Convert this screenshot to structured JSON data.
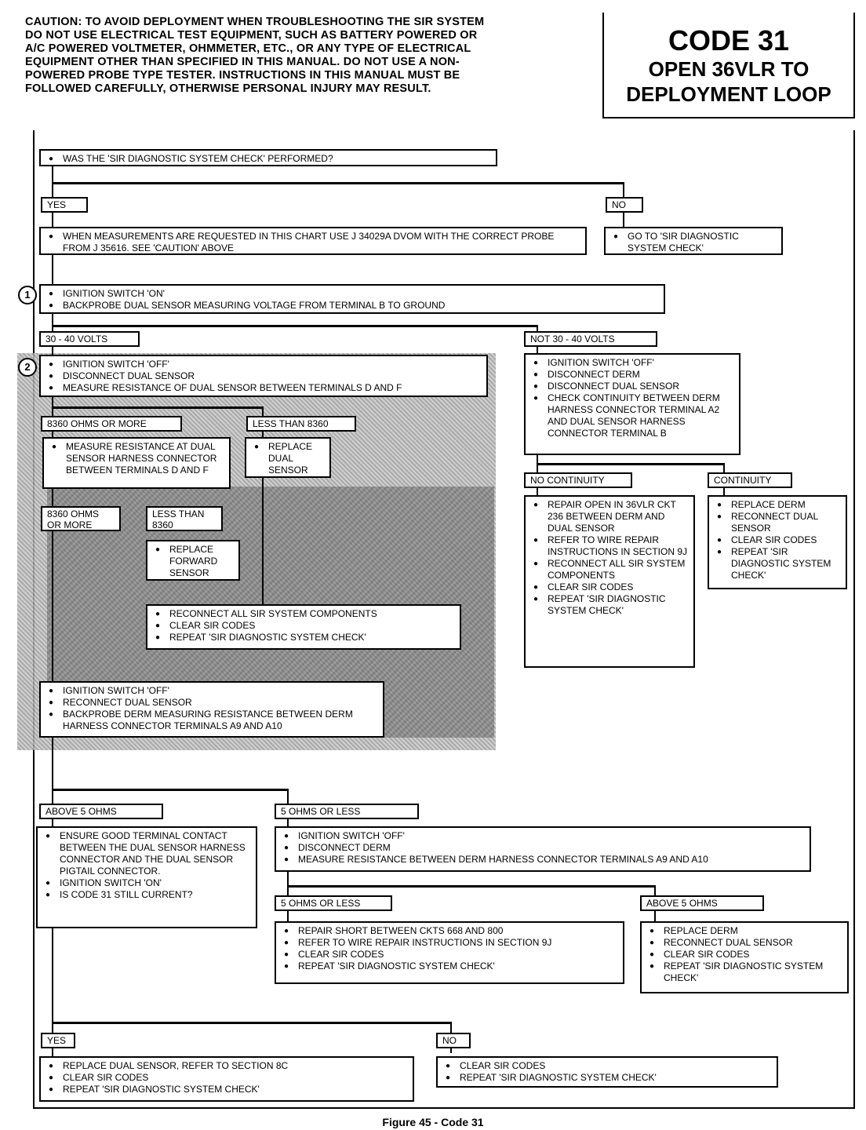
{
  "caution": "CAUTION: TO AVOID DEPLOYMENT WHEN TROUBLESHOOTING THE SIR SYSTEM DO NOT USE ELECTRICAL TEST EQUIPMENT, SUCH AS BATTERY POWERED OR A/C POWERED VOLTMETER, OHMMETER, ETC., OR ANY TYPE OF ELECTRICAL EQUIPMENT OTHER THAN SPECIFIED IN THIS MANUAL. DO NOT USE A NON-POWERED PROBE TYPE TESTER. INSTRUCTIONS IN THIS MANUAL MUST BE FOLLOWED CAREFULLY, OTHERWISE PERSONAL INJURY MAY RESULT.",
  "code": {
    "title": "CODE 31",
    "sub1": "OPEN 36VLR TO",
    "sub2": "DEPLOYMENT LOOP"
  },
  "q1": "WAS THE 'SIR DIAGNOSTIC SYSTEM CHECK' PERFORMED?",
  "yes1": "YES",
  "no1": "NO",
  "yes1_text": "WHEN MEASUREMENTS ARE REQUESTED IN THIS CHART USE J 34029A DVOM WITH THE CORRECT PROBE FROM J 35616. SEE 'CAUTION' ABOVE",
  "no1_text": "GO TO 'SIR DIAGNOSTIC SYSTEM CHECK'",
  "step1_num": "1",
  "step1": [
    "IGNITION SWITCH 'ON'",
    "BACKPROBE DUAL SENSOR MEASURING VOLTAGE FROM TERMINAL B TO GROUND"
  ],
  "v_ok": "30 - 40 VOLTS",
  "v_not": "NOT 30 - 40 VOLTS",
  "step2_num": "2",
  "step2": [
    "IGNITION SWITCH 'OFF'",
    "DISCONNECT DUAL SENSOR",
    "MEASURE RESISTANCE OF DUAL SENSOR BETWEEN TERMINALS D AND F"
  ],
  "not_steps": [
    "IGNITION SWITCH 'OFF'",
    "DISCONNECT DERM",
    "DISCONNECT DUAL SENSOR",
    "CHECK CONTINUITY BETWEEN DERM HARNESS CONNECTOR TERMINAL A2 AND DUAL SENSOR HARNESS CONNECTOR TERMINAL B"
  ],
  "r_more": "8360 OHMS OR MORE",
  "r_less": "LESS THAN 8360",
  "meas_harness": "MEASURE RESISTANCE AT DUAL SENSOR HARNESS CONNECTOR BETWEEN TERMINALS D AND F",
  "replace_dual": "REPLACE DUAL SENSOR",
  "no_cont": "NO CONTINUITY",
  "cont": "CONTINUITY",
  "no_cont_steps": [
    "REPAIR OPEN IN 36VLR CKT 236 BETWEEN DERM AND DUAL SENSOR",
    "REFER TO WIRE REPAIR INSTRUCTIONS IN SECTION 9J",
    "RECONNECT ALL SIR SYSTEM COMPONENTS",
    "CLEAR SIR CODES",
    "REPEAT 'SIR DIAGNOSTIC SYSTEM CHECK'"
  ],
  "cont_steps": [
    "REPLACE DERM",
    "RECONNECT DUAL SENSOR",
    "CLEAR SIR CODES",
    "REPEAT 'SIR DIAGNOSTIC SYSTEM CHECK'"
  ],
  "r2_more": "8360 OHMS OR MORE",
  "r2_less": "LESS THAN 8360",
  "replace_fwd": "REPLACE FORWARD SENSOR",
  "reconnect_steps": [
    "RECONNECT ALL SIR SYSTEM COMPONENTS",
    "CLEAR SIR CODES",
    "REPEAT 'SIR DIAGNOSTIC SYSTEM CHECK'"
  ],
  "step3": [
    "IGNITION SWITCH 'OFF'",
    "RECONNECT DUAL SENSOR",
    "BACKPROBE DERM MEASURING RESISTANCE BETWEEN DERM HARNESS CONNECTOR TERMINALS A9 AND A10"
  ],
  "above5": "ABOVE 5 OHMS",
  "le5": "5 OHMS OR LESS",
  "above5_steps": [
    "ENSURE GOOD TERMINAL CONTACT BETWEEN THE DUAL SENSOR HARNESS CONNECTOR AND THE DUAL SENSOR PIGTAIL CONNECTOR.",
    "IGNITION SWITCH 'ON'",
    "IS CODE 31 STILL CURRENT?"
  ],
  "le5_steps": [
    "IGNITION SWITCH 'OFF'",
    "DISCONNECT DERM",
    "MEASURE RESISTANCE BETWEEN DERM HARNESS CONNECTOR TERMINALS A9 AND A10"
  ],
  "le5b": "5 OHMS OR LESS",
  "above5b": "ABOVE 5 OHMS",
  "le5b_steps": [
    "REPAIR SHORT BETWEEN CKTS 668 AND 800",
    "REFER TO WIRE REPAIR INSTRUCTIONS IN SECTION 9J",
    "CLEAR SIR CODES",
    "REPEAT 'SIR DIAGNOSTIC SYSTEM CHECK'"
  ],
  "above5b_steps": [
    "REPLACE DERM",
    "RECONNECT DUAL SENSOR",
    "CLEAR SIR CODES",
    "REPEAT 'SIR DIAGNOSTIC SYSTEM CHECK'"
  ],
  "yes2": "YES",
  "no2": "NO",
  "yes2_steps": [
    "REPLACE DUAL SENSOR, REFER TO SECTION 8C",
    "CLEAR SIR CODES",
    "REPEAT 'SIR DIAGNOSTIC SYSTEM CHECK'"
  ],
  "no2_steps": [
    "CLEAR SIR CODES",
    "REPEAT 'SIR DIAGNOSTIC SYSTEM CHECK'"
  ],
  "caption": "Figure 45 - Code 31"
}
